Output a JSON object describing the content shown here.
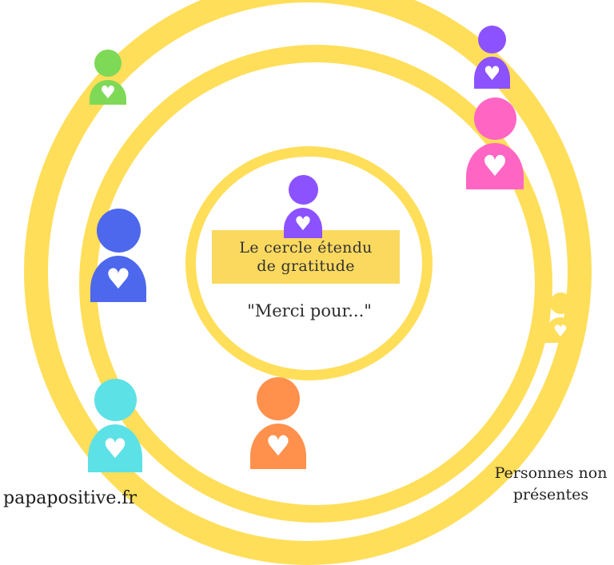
{
  "title_box": {
    "line1": "Le cercle étendu",
    "line2": "de gratitude"
  },
  "prompt_text": "\"Merci pour...\"",
  "watermark": "papapositive.fr",
  "legend": {
    "line1": "Personnes non",
    "line2": "présentes"
  },
  "heart_glyph": "♥",
  "colors": {
    "ring_yellow": "#FFDE59",
    "box_yellow": "#FBD95F",
    "text_dark": "#333333"
  },
  "persons": {
    "green_outer_top_left": {
      "color": "#7ED957"
    },
    "purple_outer_top_right": {
      "color": "#8C52FF"
    },
    "pink_middle_right": {
      "color": "#FF66C4"
    },
    "blue_middle_left": {
      "color": "#4D68ED"
    },
    "cyan_bottom_left": {
      "color": "#5CE1E6"
    },
    "orange_bottom_center": {
      "color": "#FF914D"
    },
    "purple_center": {
      "color": "#8C52FF"
    },
    "yellow_outer_right": {
      "color": "#FFDE59"
    }
  }
}
